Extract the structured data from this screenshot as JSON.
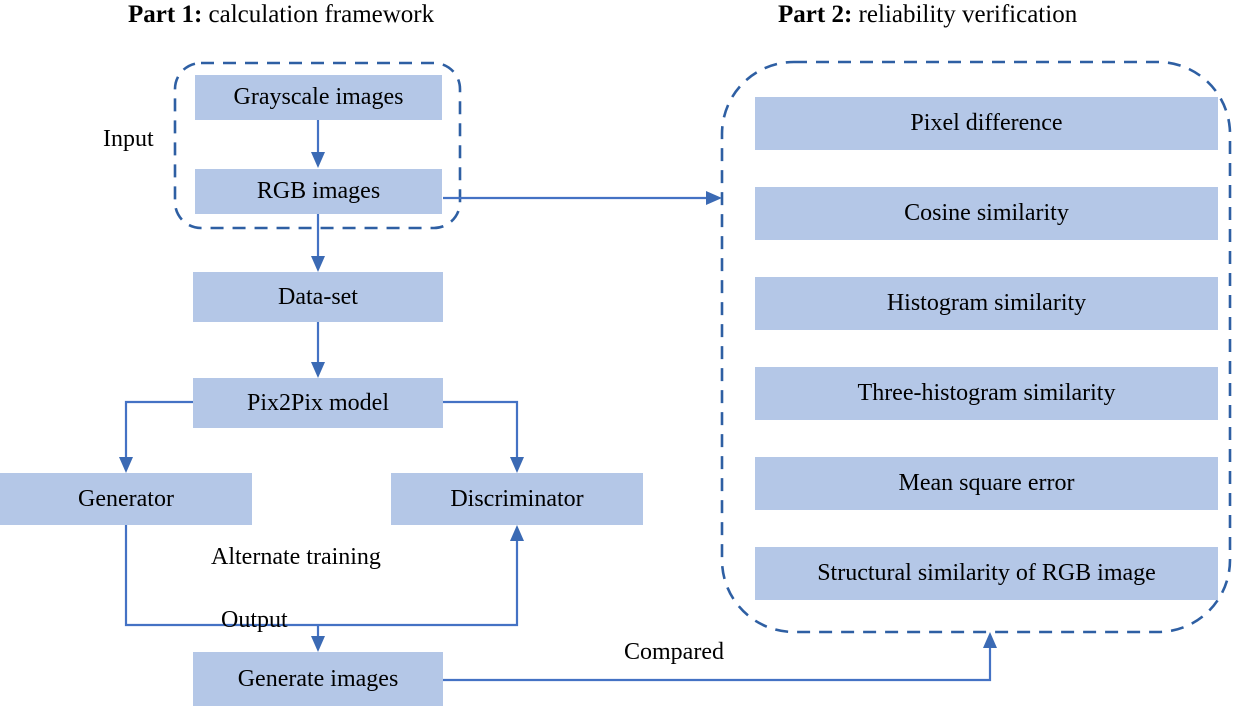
{
  "titles": {
    "part1_strong": "Part 1:",
    "part1_rest": " calculation framework",
    "part2_strong": "Part 2:",
    "part2_rest": " reliability verification"
  },
  "colors": {
    "box_fill": "#b4c7e7",
    "connector": "#4472c4",
    "dashed_border": "#2e5fa3",
    "text": "#000000",
    "background": "#ffffff"
  },
  "part1": {
    "group_label": "Input",
    "nodes": {
      "grayscale_images": "Grayscale images",
      "rgb_images": "RGB images",
      "data_set": "Data-set",
      "pix2pix_model": "Pix2Pix model",
      "generator": "Generator",
      "discriminator": "Discriminator",
      "generate_images": "Generate images"
    },
    "edge_labels": {
      "alternate_training": "Alternate training",
      "output": "Output"
    }
  },
  "part2": {
    "metrics": [
      "Pixel difference",
      "Cosine similarity",
      "Histogram similarity",
      "Three-histogram similarity",
      "Mean square error",
      "Structural similarity of RGB image"
    ]
  },
  "cross_edge_label": "Compared"
}
